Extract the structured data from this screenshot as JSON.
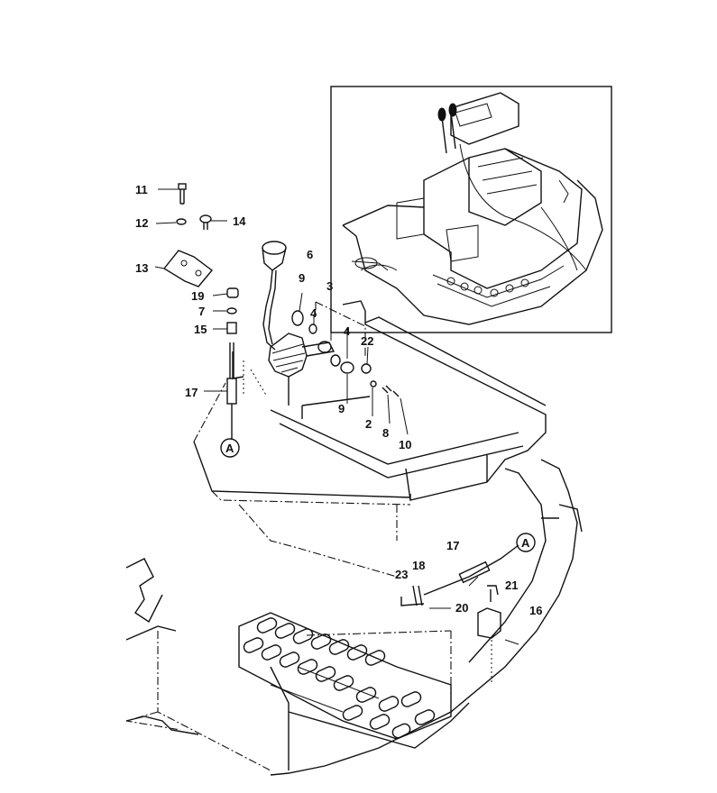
{
  "labels": {
    "p1": "2",
    "p2": "3",
    "p3": "4",
    "p4": "4",
    "p5": "6",
    "p6": "7",
    "p7": "8",
    "p8": "9",
    "p9": "9",
    "p10": "10",
    "p11": "11",
    "p12": "12",
    "p13": "13",
    "p14": "14",
    "p15": "15",
    "p16": "16",
    "p17": "17",
    "p18": "17",
    "p19": "18",
    "p20": "19",
    "p21": "20",
    "p22": "21",
    "p23": "22",
    "p24": "23"
  },
  "connectors": {
    "a1": "A",
    "a2": "A"
  }
}
